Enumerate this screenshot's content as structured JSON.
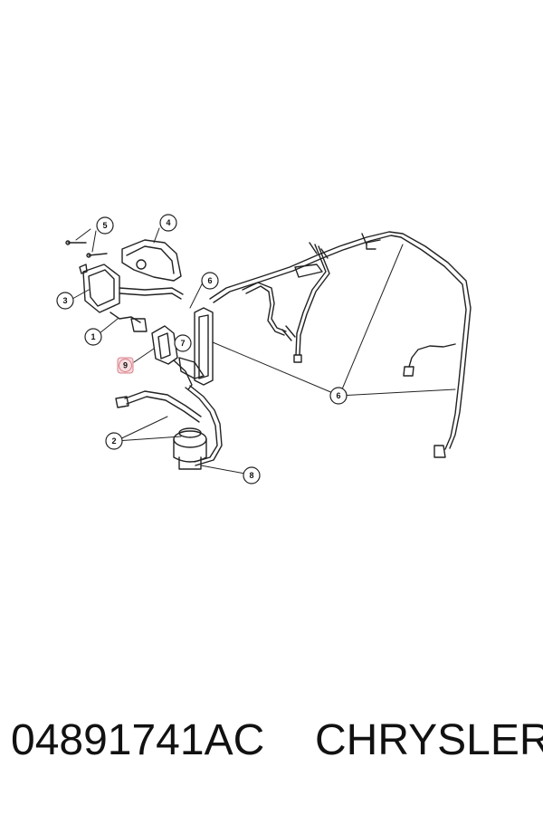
{
  "diagram": {
    "callouts": [
      {
        "id": "c1",
        "label": "1"
      },
      {
        "id": "c2",
        "label": "2"
      },
      {
        "id": "c3",
        "label": "3"
      },
      {
        "id": "c4",
        "label": "4"
      },
      {
        "id": "c5",
        "label": "5"
      },
      {
        "id": "c6a",
        "label": "6"
      },
      {
        "id": "c6b",
        "label": "6"
      },
      {
        "id": "c7",
        "label": "7"
      },
      {
        "id": "c8",
        "label": "8"
      },
      {
        "id": "c9",
        "label": "9"
      }
    ],
    "highlight_color": "#d9808a"
  },
  "footer": {
    "part_number": "04891741AC",
    "brand": "CHRYSLER"
  }
}
